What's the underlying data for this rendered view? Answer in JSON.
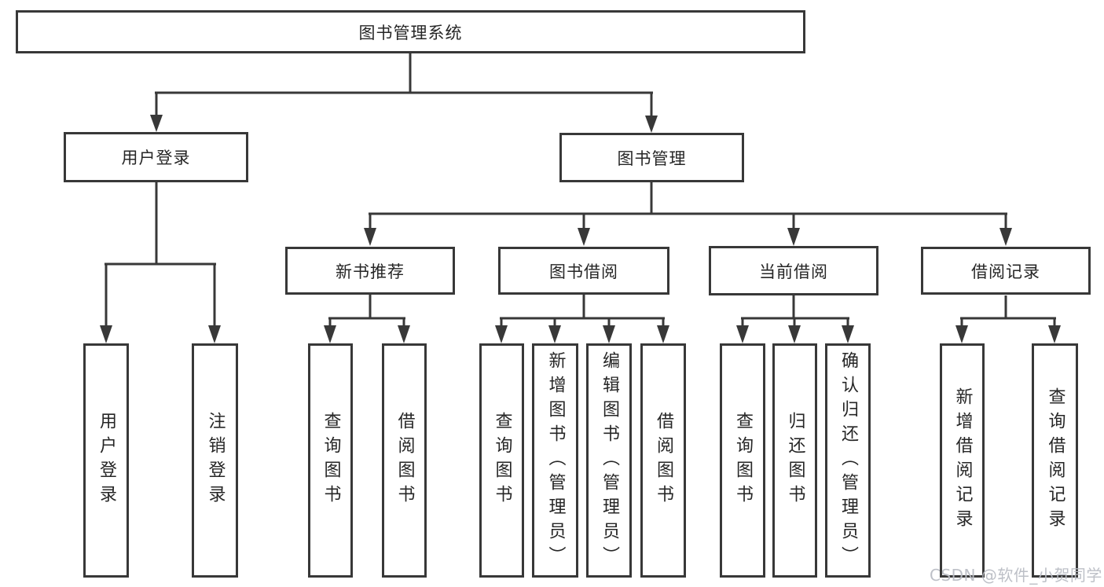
{
  "diagram": {
    "root": "图书管理系统",
    "level2": [
      "用户登录",
      "图书管理"
    ],
    "level3": [
      "新书推荐",
      "图书借阅",
      "当前借阅",
      "借阅记录"
    ],
    "leaves_user_login": [
      "用户登录",
      "注销登录"
    ],
    "leaves_new_book": [
      "查询图书",
      "借阅图书"
    ],
    "leaves_book_borrow": [
      "查询图书",
      "新增图书（管理员）",
      "编辑图书（管理员）",
      "借阅图书"
    ],
    "leaves_current_borrow": [
      "查询图书",
      "归还图书",
      "确认归还（管理员）"
    ],
    "leaves_borrow_records": [
      "新增借阅记录",
      "查询借阅记录"
    ]
  },
  "watermark": "CSDN @软件_小贺同学",
  "colors": {
    "line": "#383838",
    "text": "#262626",
    "background": "#ffffff",
    "watermark": "#b9bdc4"
  }
}
